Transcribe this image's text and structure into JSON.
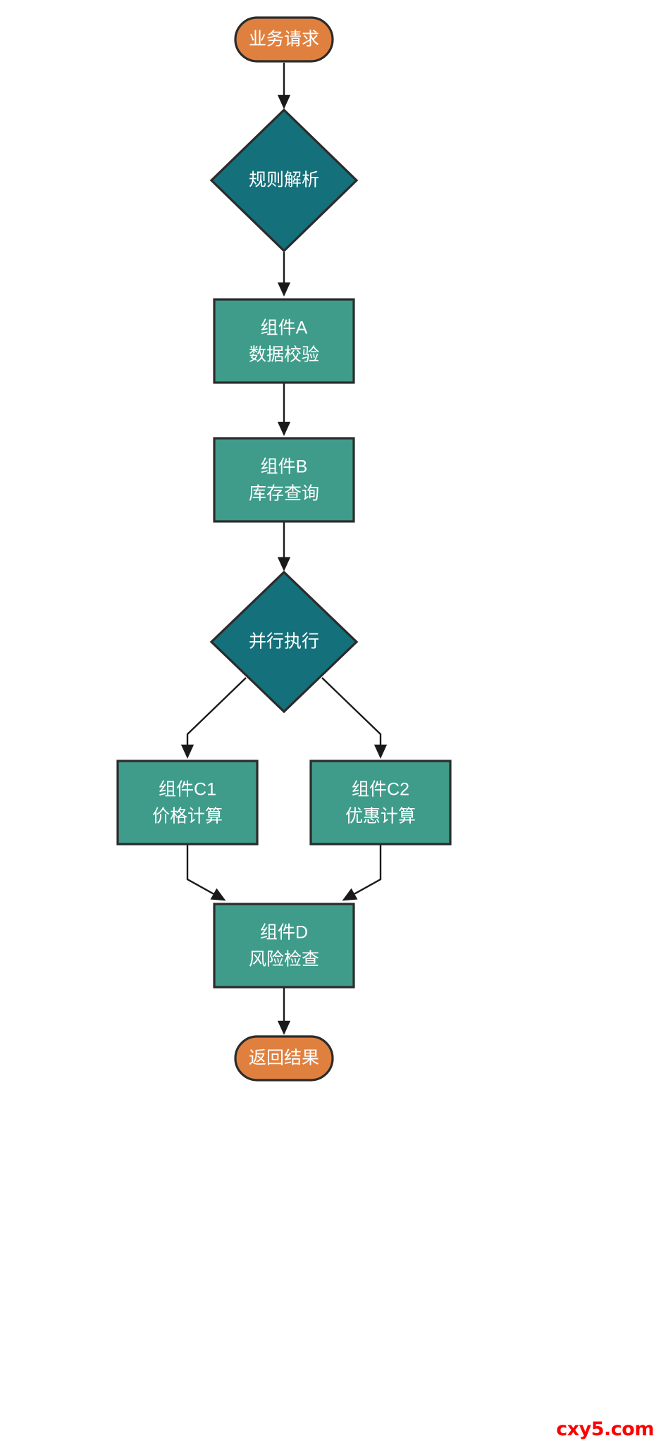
{
  "diagram": {
    "type": "flowchart",
    "orientation": "top-to-bottom",
    "watermark": "cxy5.com",
    "colors": {
      "terminator_fill": "#E0803F",
      "decision_fill": "#14707A",
      "process_fill": "#3F9C8A",
      "stroke": "#2B2B2B",
      "edge": "#1A1A1A",
      "label_text": "#FFFFFF",
      "watermark_text": "#FF0000",
      "background": "#FFFFFF"
    },
    "nodes": {
      "start": {
        "label": "业务请求",
        "shape": "stadium"
      },
      "rule_parse": {
        "label": "规则解析",
        "shape": "diamond"
      },
      "component_a": {
        "line1": "组件A",
        "line2": "数据校验",
        "shape": "rect"
      },
      "component_b": {
        "line1": "组件B",
        "line2": "库存查询",
        "shape": "rect"
      },
      "parallel": {
        "label": "并行执行",
        "shape": "diamond"
      },
      "component_c1": {
        "line1": "组件C1",
        "line2": "价格计算",
        "shape": "rect"
      },
      "component_c2": {
        "line1": "组件C2",
        "line2": "优惠计算",
        "shape": "rect"
      },
      "component_d": {
        "line1": "组件D",
        "line2": "风险检查",
        "shape": "rect"
      },
      "end": {
        "label": "返回结果",
        "shape": "stadium"
      }
    },
    "edges": [
      {
        "from": "start",
        "to": "rule_parse"
      },
      {
        "from": "rule_parse",
        "to": "component_a"
      },
      {
        "from": "component_a",
        "to": "component_b"
      },
      {
        "from": "component_b",
        "to": "parallel"
      },
      {
        "from": "parallel",
        "to": "component_c1"
      },
      {
        "from": "parallel",
        "to": "component_c2"
      },
      {
        "from": "component_c1",
        "to": "component_d"
      },
      {
        "from": "component_c2",
        "to": "component_d"
      },
      {
        "from": "component_d",
        "to": "end"
      }
    ]
  }
}
